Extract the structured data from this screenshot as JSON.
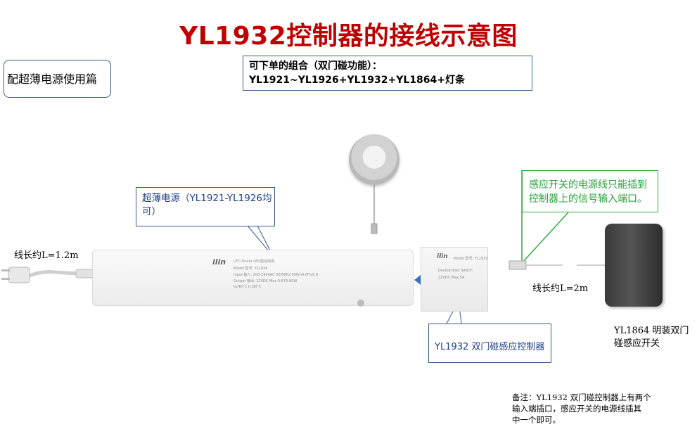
{
  "colors": {
    "title": "#c00000",
    "label_blue": "#1f3f88",
    "green": "#28a03a",
    "arrow_blue": "#3a6fc4"
  },
  "title": "YL1932控制器的接线示意图",
  "tag": "配超薄电源使用篇",
  "combo": {
    "line1": "可下单的组合（双门碰功能）：",
    "line2": "YL1921~YL1926+YL1932+YL1864+灯条"
  },
  "psu_label": {
    "line1": "超薄电源（YL1921-YL1926均",
    "line2": "可）"
  },
  "green_note": {
    "line1": "感应开关的电源线只能插到",
    "line2": "控制器上的信号输入端口。"
  },
  "cable_left": "线长约L=1.2m",
  "cable_right": "线长约L=2m",
  "ctrl_label": "YL1932 双门碰感应控制器",
  "sensor_label": {
    "line1": "YL1864 明装双门",
    "line2": "碰感应开关"
  },
  "note": {
    "line1": "备注：YL1932 双门碰控制器上有两个",
    "line2": "输入端插口，感应开关的电源线插其",
    "line3": "中一个即可。"
  },
  "device_print": {
    "psu_logo": "ilin",
    "psu_lines": [
      "LED Driver LED驱动电源",
      "Model 型号: YL1926",
      "Input 输入: 200-240VAC 50/60Hz 500mA PF≥0.9",
      "Output 输出: 12VDC Max.0.67A 80W",
      "ta:40°C tc:80°C"
    ],
    "ctrl_logo": "ilin",
    "ctrl_lines": [
      "Model 型号: YL1932",
      "Double door Switch",
      "12VDC  Max.5A"
    ]
  }
}
